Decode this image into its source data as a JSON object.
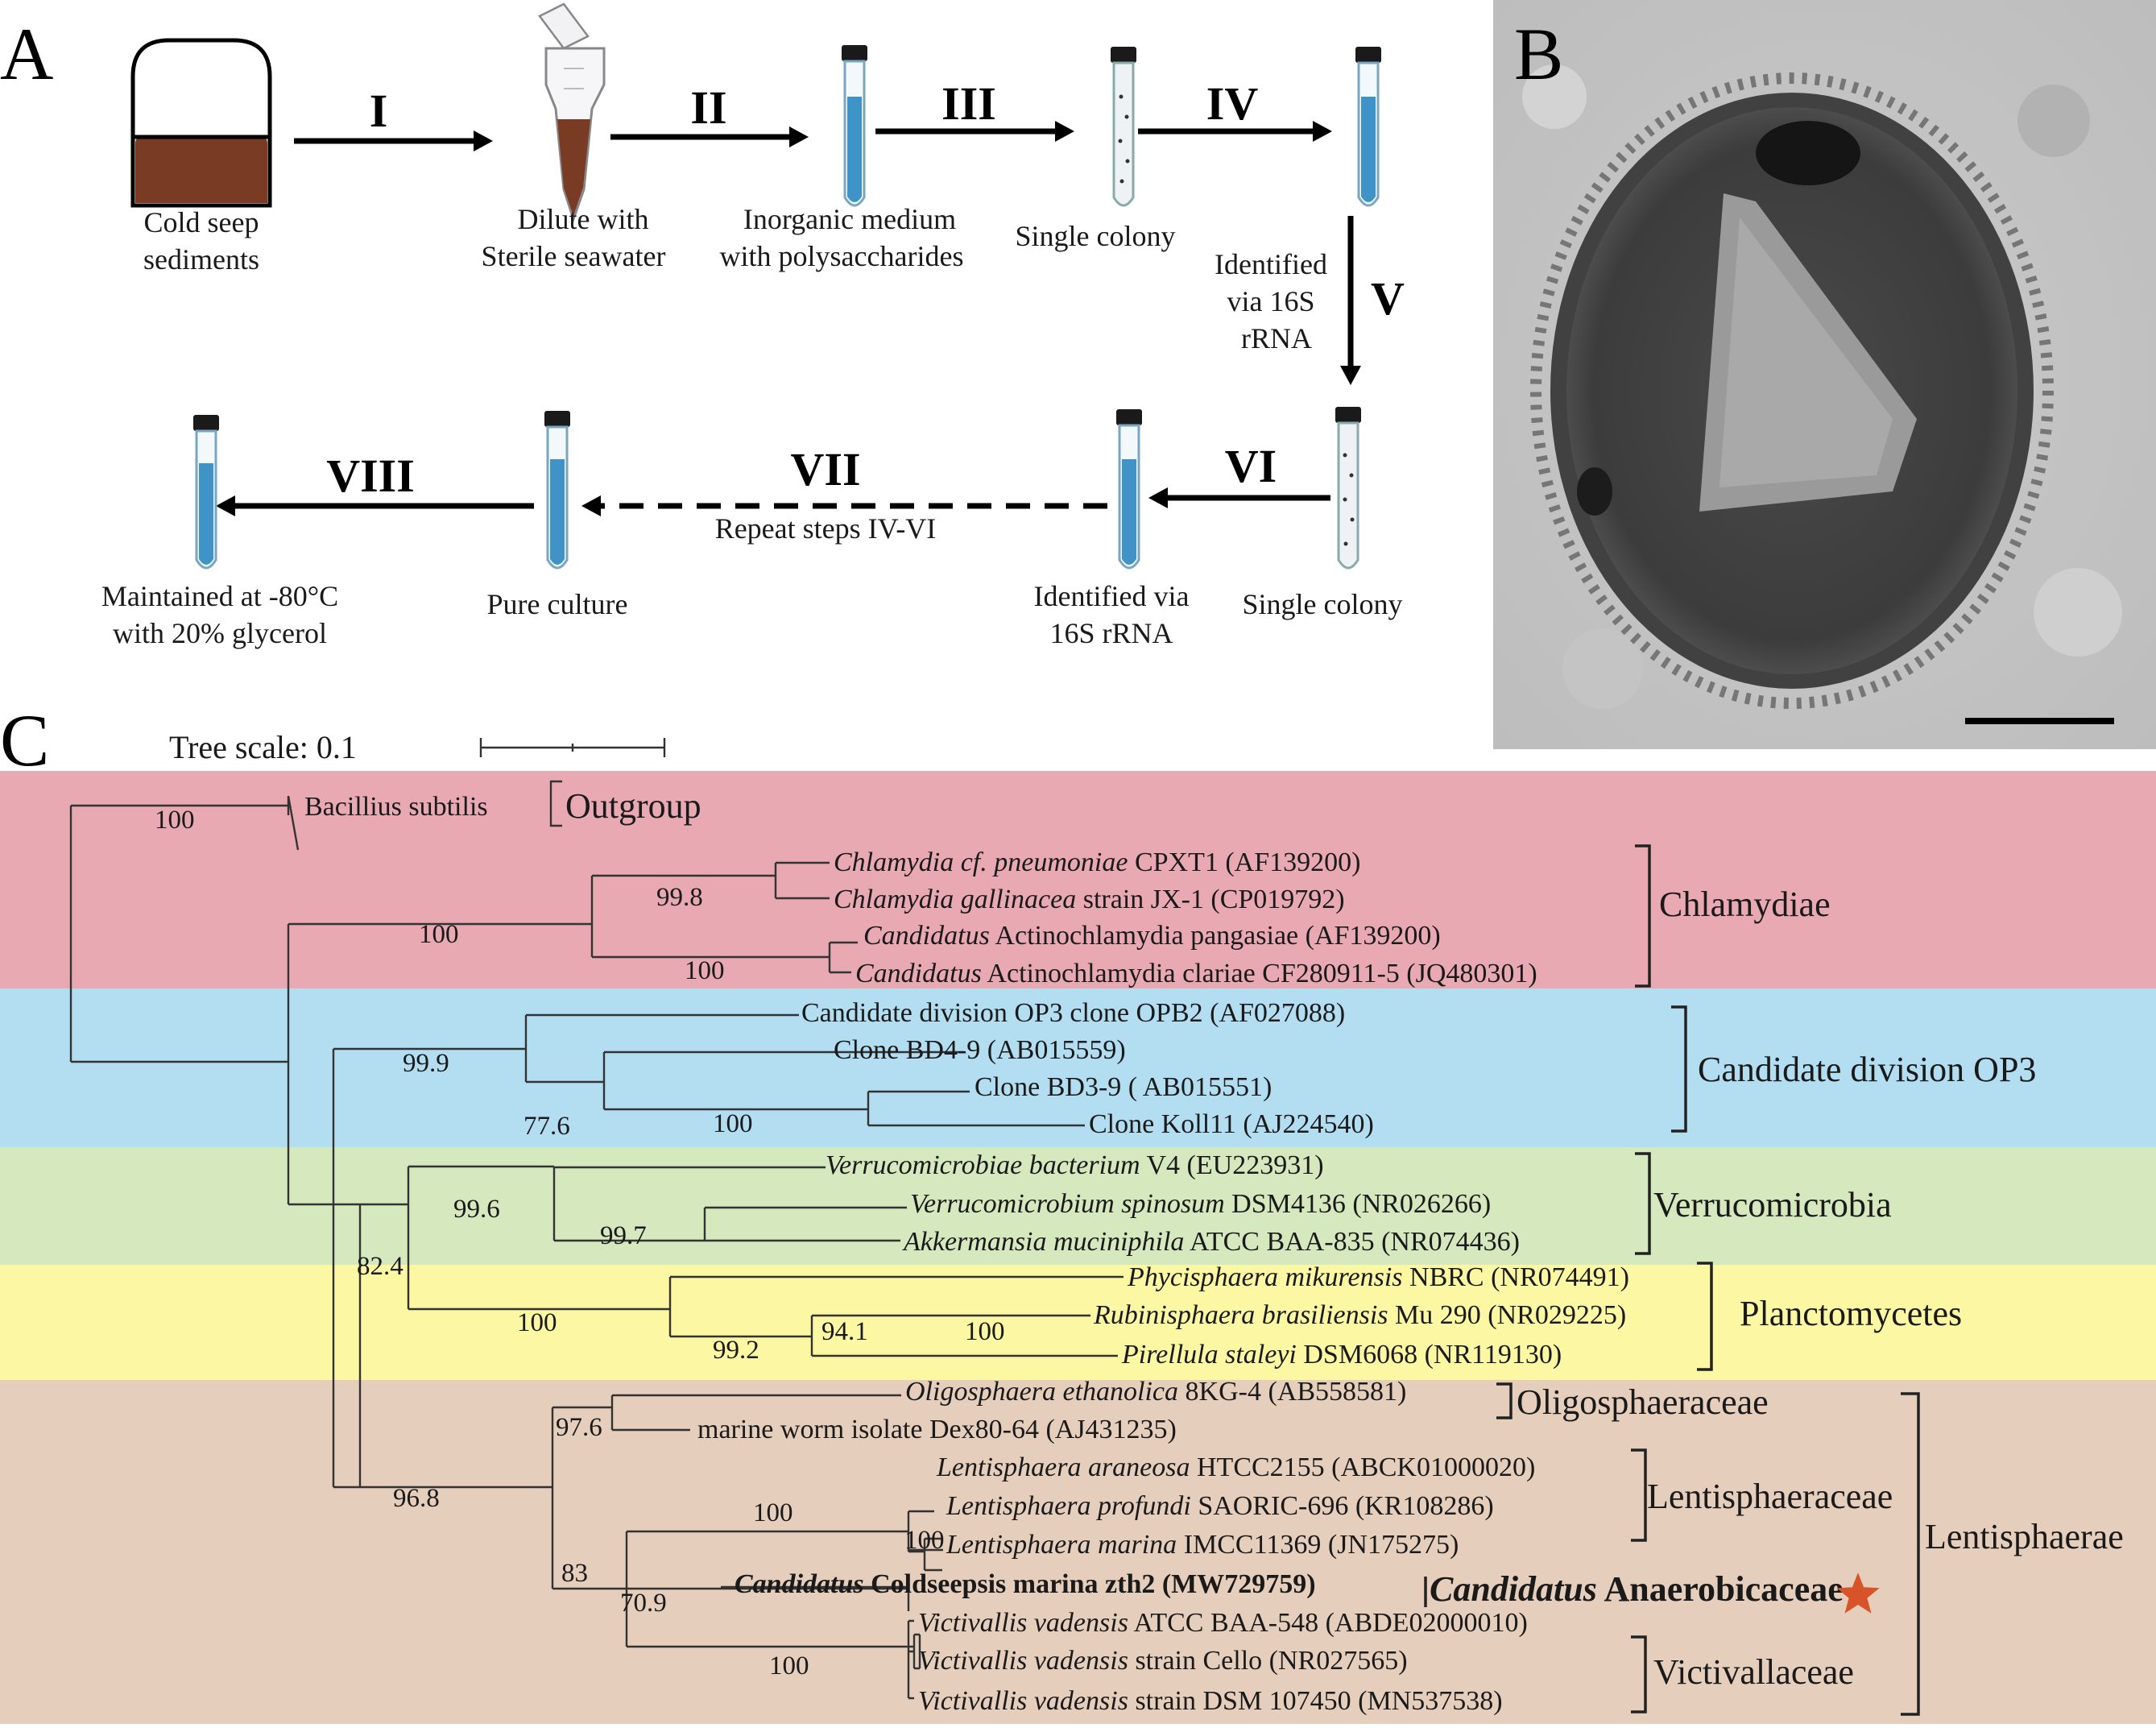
{
  "panels": {
    "a": "A",
    "b": "B",
    "c": "C"
  },
  "workflow": {
    "steps": [
      "I",
      "II",
      "III",
      "IV",
      "V",
      "VI",
      "VII",
      "VIII"
    ],
    "captions": {
      "sediment_1": "Cold seep",
      "sediment_2": "sediments",
      "dilute_1": "Dilute with",
      "dilute_2": "Sterile seawater",
      "medium_1": "Inorganic medium",
      "medium_2": "with polysaccharides",
      "colony1": "Single colony",
      "ident1_1": "Identified",
      "ident1_2": "via  16S",
      "ident1_3": "rRNA",
      "colony2": "Single colony",
      "ident2_1": "Identified via",
      "ident2_2": "16S rRNA",
      "repeat": "Repeat steps  IV-VI",
      "pure": "Pure culture",
      "kept_1": "Maintained at -80°C",
      "kept_2": "with 20% glycerol"
    }
  },
  "tree": {
    "scale_label": "Tree scale: 0.1",
    "outgroup_taxon": "Bacillius subtilis",
    "outgroup_label": "Outgroup",
    "leaves": [
      {
        "i": "Chlamydia cf. pneumoniae",
        "r": " CPXT1 (AF139200)"
      },
      {
        "i": "Chlamydia gallinacea",
        "r": " strain JX-1 (CP019792)"
      },
      {
        "i": "Candidatus",
        "r": " Actinochlamydia pangasiae (AF139200)"
      },
      {
        "i": "Candidatus",
        "r": " Actinochlamydia clariae CF280911-5 (JQ480301)"
      },
      {
        "i": "",
        "r": "Candidate division OP3 clone OPB2 (AF027088)"
      },
      {
        "i": "",
        "r": "Clone BD4-9 (AB015559)"
      },
      {
        "i": "",
        "r": "Clone BD3-9 ( AB015551)"
      },
      {
        "i": "",
        "r": "Clone Koll11 (AJ224540)"
      },
      {
        "i": "Verrucomicrobiae bacterium",
        "r": " V4 (EU223931)"
      },
      {
        "i": "Verrucomicrobium spinosum",
        "r": " DSM4136 (NR026266)"
      },
      {
        "i": "Akkermansia muciniphila",
        "r": " ATCC BAA-835 (NR074436)"
      },
      {
        "i": "Phycisphaera mikurensis",
        "r": " NBRC (NR074491)"
      },
      {
        "i": "Rubinisphaera brasiliensis",
        "r": " Mu 290 (NR029225)"
      },
      {
        "i": "Pirellula staleyi",
        "r": " DSM6068 (NR119130)"
      },
      {
        "i": "Oligosphaera ethanolica",
        "r": " 8KG-4 (AB558581)"
      },
      {
        "i": "",
        "r": "marine worm isolate Dex80-64 (AJ431235)"
      },
      {
        "i": "Lentisphaera araneosa",
        "r": " HTCC2155 (ABCK01000020)"
      },
      {
        "i": "Lentisphaera profundi",
        "r": " SAORIC-696 (KR108286)"
      },
      {
        "i": "Lentisphaera marina",
        "r": " IMCC11369 (JN175275)"
      },
      {
        "i": "Candidatus",
        "r": " Coldseepsis marina zth2 (MW729759)",
        "bold": true
      },
      {
        "i": "Victivallis vadensis",
        "r": " ATCC BAA-548 (ABDE02000010)"
      },
      {
        "i": "Victivallis vadensis",
        "r": " strain Cello (NR027565)"
      },
      {
        "i": "Victivallis vadensis",
        "r": " strain DSM 107450 (MN537538)"
      }
    ],
    "bootstrap": [
      "100",
      "99.8",
      "100",
      "100",
      "99.9",
      "77.6",
      "100",
      "99.6",
      "99.7",
      "82.4",
      "100",
      "94.1",
      "100",
      "99.2",
      "97.6",
      "100",
      "100",
      "83",
      "96.8",
      "70.9",
      "100"
    ],
    "clades": {
      "chlamydiae": "Chlamydiae",
      "op3": "Candidate division OP3",
      "verruco": "Verrucomicrobia",
      "plancto": "Planctomycetes",
      "oligo": "Oligosphaeraceae",
      "lentisphaeraceae": "Lentisphaeraceae",
      "anaero_i": "Candidatus",
      "anaero_r": " Anaerobicaceae",
      "victivallaceae": "Victivallaceae",
      "lentisphaerae": "Lentisphaerae"
    },
    "band_colors": {
      "chlamydiae": "#e9a9b3",
      "op3": "#b3def2",
      "verruco": "#d6e8bd",
      "plancto": "#fbf7a3",
      "lentisphaerae": "#e5cebb"
    },
    "star_color": "#d9532a"
  }
}
